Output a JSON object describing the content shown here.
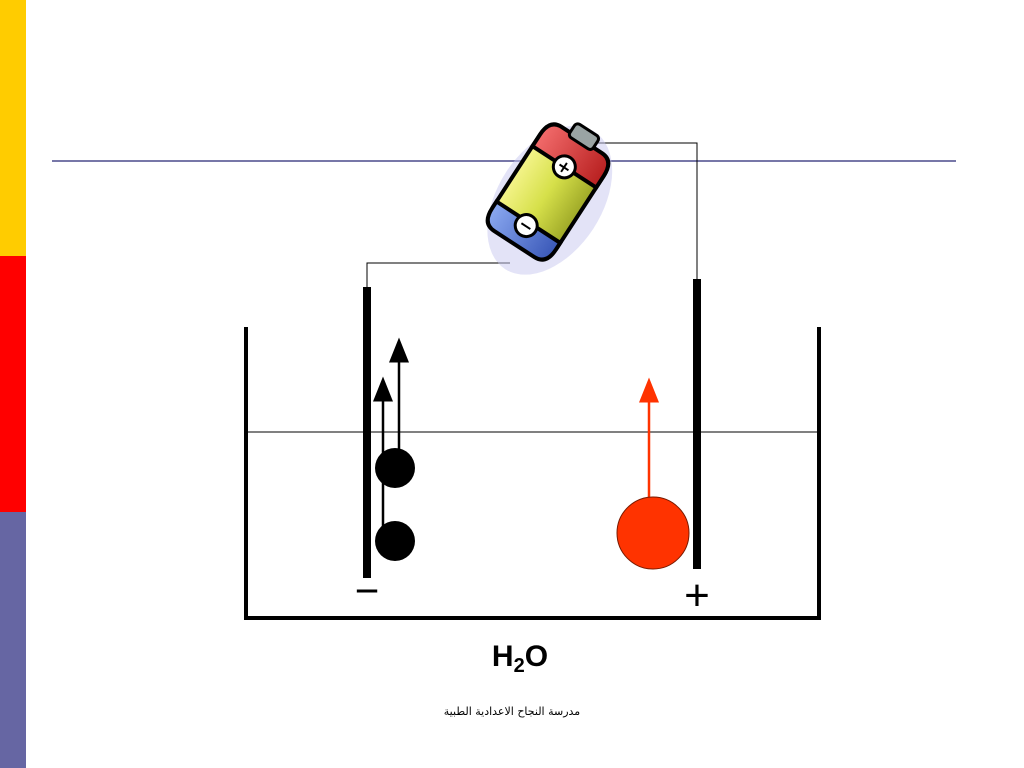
{
  "colors": {
    "bar_top": "#FFCC00",
    "bar_middle": "#FF0000",
    "bar_bottom": "#6666A3",
    "rule": "#7777A8",
    "oxygen_bubble": "#FF3300",
    "hydrogen_bubble": "#000000",
    "battery_body": "#D6E04A",
    "battery_top": "#D93030",
    "battery_bottom": "#4A72D8"
  },
  "diagram": {
    "negative_sign": "−",
    "positive_sign": "+",
    "formula": {
      "element_h": "H",
      "subscript": "2",
      "element_o": "O"
    },
    "battery": {
      "plus_symbol": "+",
      "minus_symbol": "−"
    }
  },
  "footer": {
    "text": "مدرسة النجاح الاعدادية الطبية"
  }
}
